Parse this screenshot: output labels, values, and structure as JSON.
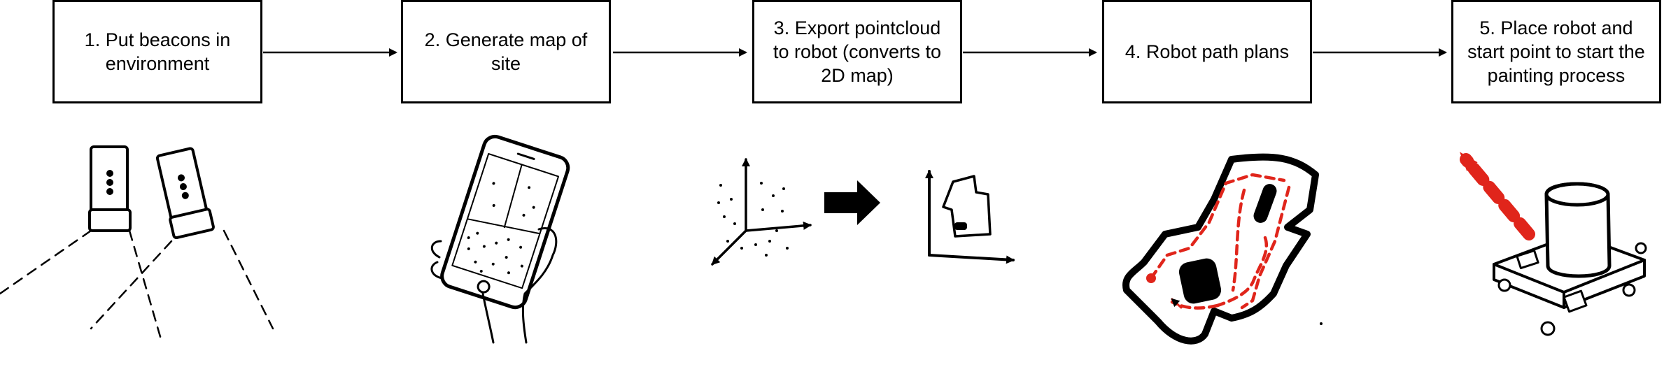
{
  "diagram": {
    "steps": [
      {
        "number": "1.",
        "label": "1. Put beacons in\nenvironment"
      },
      {
        "number": "2.",
        "label": "2. Generate map of\nsite"
      },
      {
        "number": "3.",
        "label": "3. Export pointcloud\nto robot (converts to\n2D map)"
      },
      {
        "number": "4.",
        "label": "4. Robot path plans"
      },
      {
        "number": "5.",
        "label": "5. Place robot and\nstart point to start the\npainting process"
      }
    ],
    "connector": "arrow",
    "colors": {
      "ink": "#000000",
      "path": "#e0251b",
      "background": "#ffffff"
    },
    "illustrations": [
      {
        "name": "beacons-icon"
      },
      {
        "name": "phone-scan-icon"
      },
      {
        "name": "pointcloud-to-map-icon"
      },
      {
        "name": "path-plan-icon"
      },
      {
        "name": "robot-start-icon"
      }
    ]
  }
}
